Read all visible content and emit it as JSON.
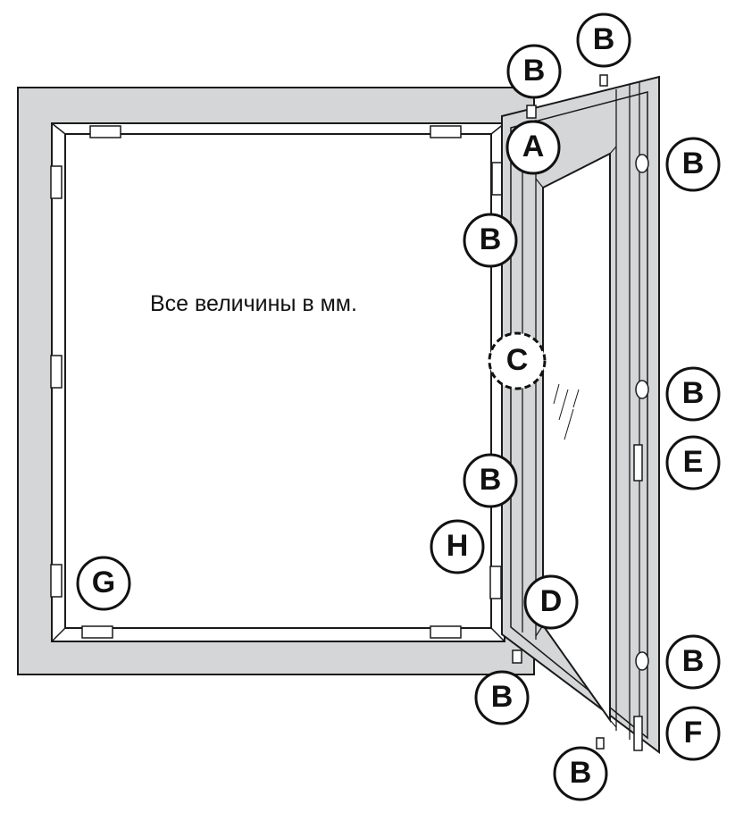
{
  "diagram": {
    "note": "Все величины в мм.",
    "colors": {
      "frame_fill": "#d4d6d7",
      "outline": "#1a1a1a",
      "glass": "#ffffff",
      "callout_border": "#111111"
    },
    "callouts": {
      "a": "A",
      "b": "B",
      "c": "C",
      "d": "D",
      "e": "E",
      "f": "F",
      "g": "G",
      "h": "H"
    }
  }
}
